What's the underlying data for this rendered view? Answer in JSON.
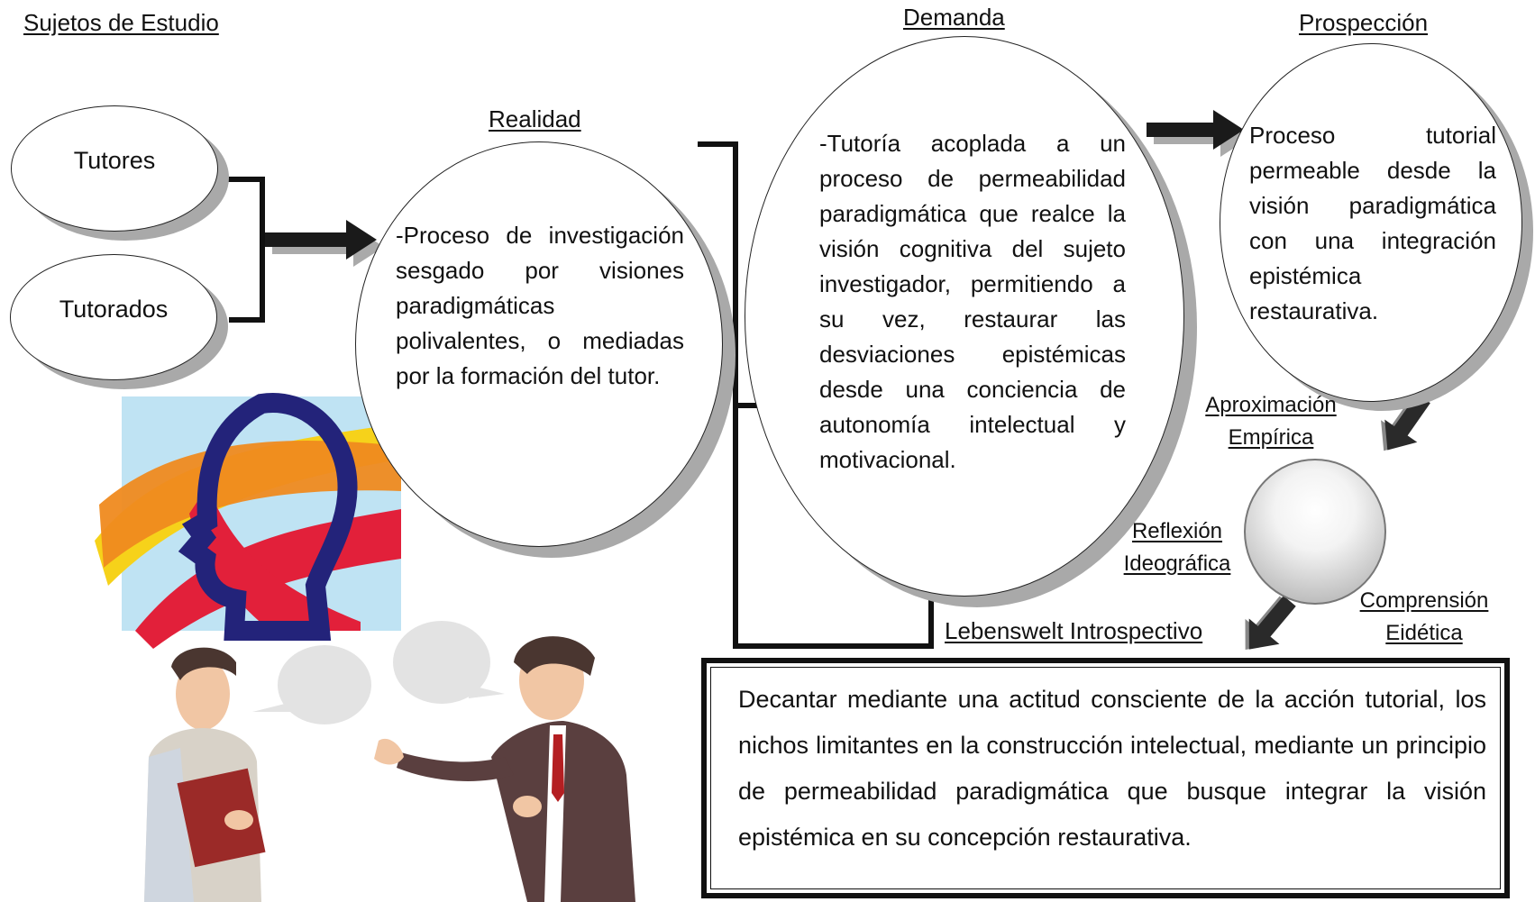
{
  "headings": {
    "sujetos": "Sujetos de Estudio",
    "realidad": "Realidad",
    "demanda": "Demanda",
    "prospeccion": "Prospección"
  },
  "subjects": {
    "tutores": "Tutores",
    "tutorados": "Tutorados"
  },
  "realidad_text": "-Proceso de investigación sesgado por visiones paradigmáticas polivalentes, o mediadas por la formación del tutor.",
  "demanda_text": "-Tutoría acoplada a un proceso de permeabilidad paradigmática que realce la visión cognitiva del sujeto investigador, permitiendo a su vez, restaurar las desviaciones epistémicas desde una conciencia de autonomía intelectual y motivacional.",
  "prospeccion_text": "Proceso tutorial permeable desde la visión paradigmática con una integración epistémica restaurativa.",
  "cycle": {
    "aproximacion": [
      "Aproximación",
      "Empírica"
    ],
    "reflexion": [
      "Reflexión",
      "Ideográfica"
    ],
    "comprension": [
      "Comprensión",
      "Eidética"
    ]
  },
  "lebenswelt": "Lebenswelt Introspectivo",
  "conclusion": "Decantar mediante una actitud consciente de la acción tutorial, los nichos limitantes en la construcción intelectual, mediante un principio de permeabilidad paradigmática que busque integrar la visión epistémica en su concepción restaurativa.",
  "colors": {
    "shadow": "#a9a9a9",
    "arrow": "#1a1a1a",
    "head_color": "#23237a",
    "yellow": "#f6d21a",
    "orange": "#ef8a1f",
    "red": "#e2203a",
    "sky": "#bfe3f3",
    "suit": "#5a3f3f",
    "tie": "#b41f22"
  },
  "icons": {
    "head_illustration": "human-head-profile-icon",
    "people_illustration": "two-people-talking-icon"
  }
}
